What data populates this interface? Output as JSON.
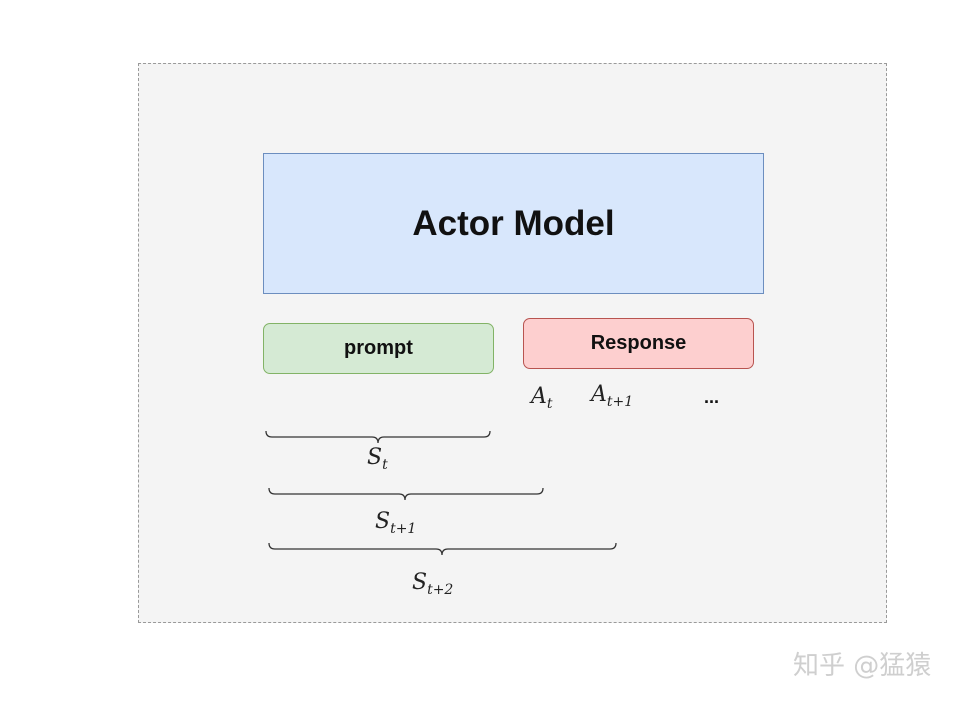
{
  "diagram": {
    "actor_label": "Actor Model",
    "prompt_label": "prompt",
    "response_label": "Response",
    "actions": [
      {
        "base": "A",
        "sub": "t"
      },
      {
        "base": "A",
        "sub": "t+1"
      }
    ],
    "ellipsis": "...",
    "states": [
      {
        "base": "S",
        "sub": "t"
      },
      {
        "base": "S",
        "sub": "t+1"
      },
      {
        "base": "S",
        "sub": "t+2"
      }
    ],
    "colors": {
      "actor_fill": "#d8e7fc",
      "actor_stroke": "#6c8ebf",
      "prompt_fill": "#d5ead4",
      "prompt_stroke": "#82b366",
      "response_fill": "#fdcfcf",
      "response_stroke": "#b85450"
    }
  },
  "watermark": "知乎 @猛猿"
}
